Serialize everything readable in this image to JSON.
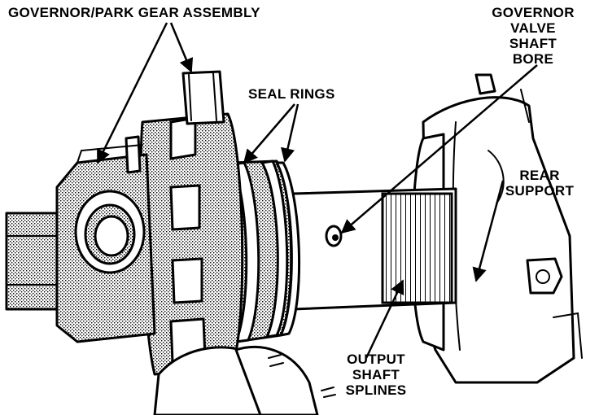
{
  "labels": {
    "governor_park_gear_assembly": "GOVERNOR/PARK GEAR ASSEMBLY",
    "governor_valve_shaft_bore": [
      "GOVERNOR",
      "VALVE",
      "SHAFT",
      "BORE"
    ],
    "seal_rings": "SEAL RINGS",
    "rear_support": [
      "REAR",
      "SUPPORT"
    ],
    "output_shaft_splines": [
      "OUTPUT",
      "SHAFT",
      "SPLINES"
    ]
  },
  "colors": {
    "ink": "#000000",
    "paper": "#ffffff"
  }
}
